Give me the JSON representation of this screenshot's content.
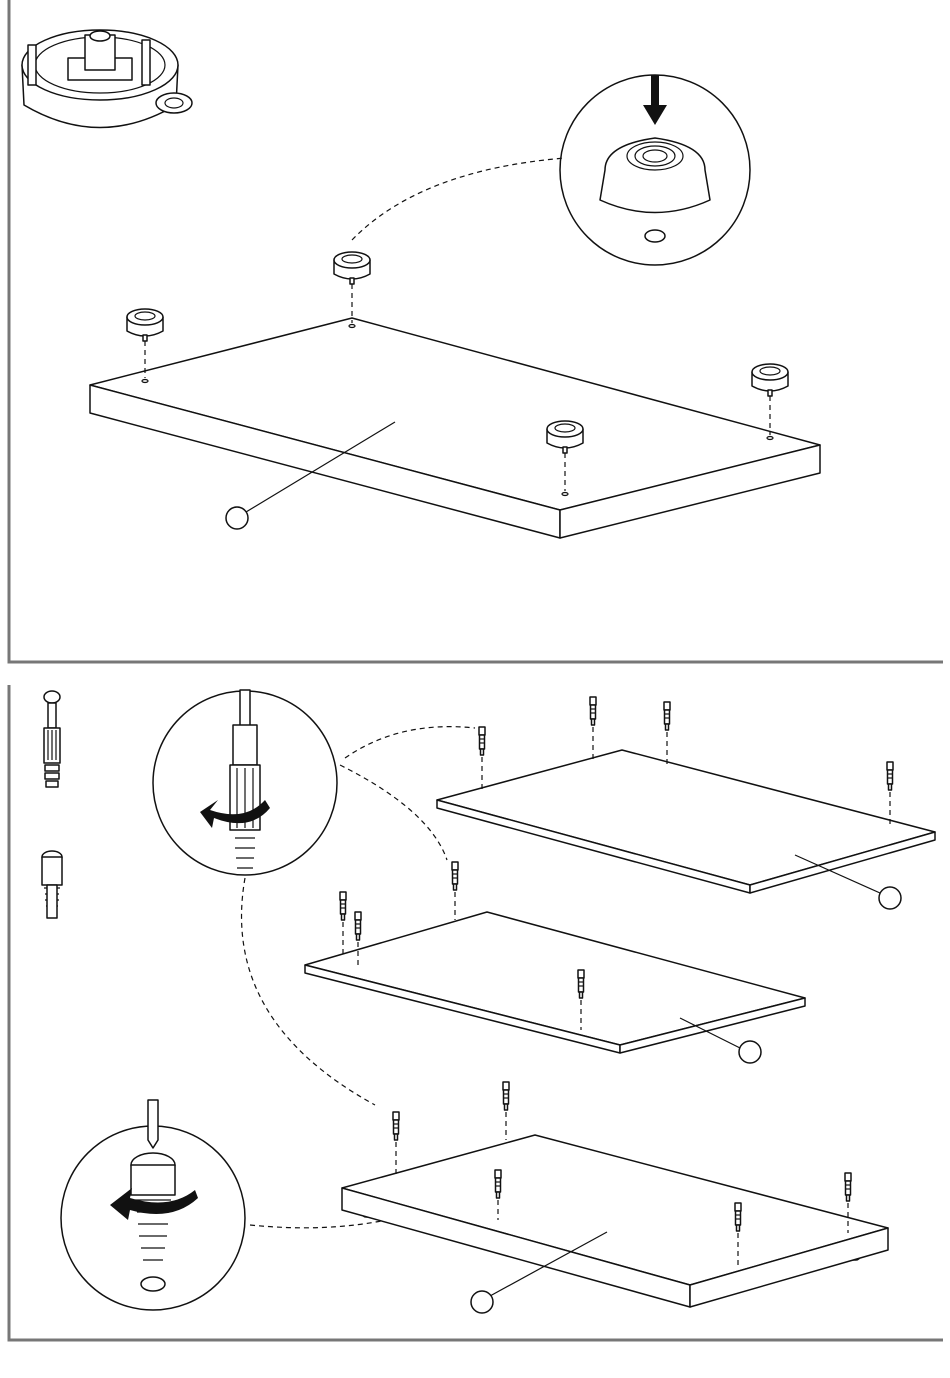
{
  "colors": {
    "line": "#111111",
    "frame": "#777777",
    "background": "#ffffff"
  },
  "step_1": {
    "callout_count": 1,
    "feet_count": 4
  },
  "step_2": {
    "callout_count": 3,
    "panels_count": 3
  }
}
